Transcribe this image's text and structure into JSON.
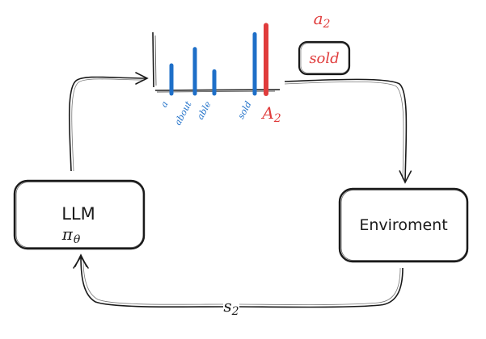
{
  "diagram": {
    "llm_box": {
      "line1": "LLM",
      "line2_symbol": "π",
      "line2_sub": "θ"
    },
    "environment_box": {
      "label": "Enviroment"
    },
    "state_label": {
      "symbol": "s",
      "sub": "2"
    },
    "action_label": {
      "symbol": "a",
      "sub": "2"
    },
    "action_word": "sold",
    "selected_action": {
      "symbol": "A",
      "sub": "2"
    },
    "colors": {
      "stroke": "#1a1a1a",
      "blue": "#1e6fc8",
      "red": "#e03c3c"
    }
  },
  "chart_data": {
    "type": "bar",
    "categories": [
      "a",
      "about",
      "able",
      "sold"
    ],
    "series": [
      {
        "values": [
          0.38,
          0.6,
          0.3,
          0.8
        ]
      }
    ],
    "highlight": {
      "category": "sold",
      "value": 0.92
    },
    "xlabel": "",
    "ylabel": ""
  }
}
